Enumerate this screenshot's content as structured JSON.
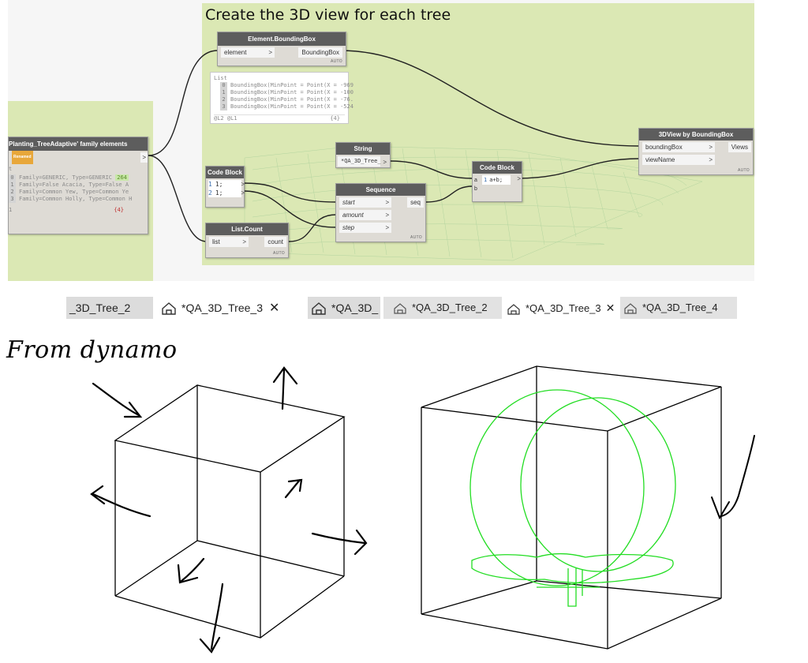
{
  "group": {
    "title": "Create the 3D view for each tree"
  },
  "nodes": {
    "select_family": {
      "title": "Planting_TreeAdaptive' family elements",
      "badge": "Renamed",
      "preview": {
        "header": "t",
        "items": [
          {
            "index": "0",
            "text": "Family=GENERIC, Type=GENERIC",
            "tag": "264"
          },
          {
            "index": "1",
            "text": "Family=False Acacia, Type=False A"
          },
          {
            "index": "2",
            "text": "Family=Common Yew, Type=Common Ye"
          },
          {
            "index": "3",
            "text": "Family=Common Holly, Type=Common H"
          }
        ],
        "level": "1",
        "count": "{4}"
      }
    },
    "bounding_box": {
      "title": "Element.BoundingBox",
      "input": "element",
      "output": "BoundingBox",
      "auto": "AUTO",
      "preview": {
        "header": "List",
        "items": [
          {
            "index": "0",
            "text": "BoundingBox(MinPoint = Point(X = -969"
          },
          {
            "index": "1",
            "text": "BoundingBox(MinPoint = Point(X = -100"
          },
          {
            "index": "2",
            "text": "BoundingBox(MinPoint = Point(X = -76."
          },
          {
            "index": "3",
            "text": "BoundingBox(MinPoint = Point(X = -524"
          }
        ],
        "levels": "@L2 @L1",
        "count": "{4}"
      }
    },
    "string": {
      "title": "String",
      "value": "*QA_3D_Tree_",
      "chev": ">"
    },
    "code_block_1": {
      "title": "Code Block",
      "lines": [
        {
          "n": "1",
          "code": "1;"
        },
        {
          "n": "2",
          "code": "1;"
        }
      ]
    },
    "code_block_2": {
      "title": "Code Block",
      "in_a": "a",
      "in_b": "b",
      "line_no": "1",
      "code": "a+b;"
    },
    "sequence": {
      "title": "Sequence",
      "inputs": [
        "start",
        "amount",
        "step"
      ],
      "output": "seq",
      "auto": "AUTO"
    },
    "list_count": {
      "title": "List.Count",
      "input": "list",
      "output": "count",
      "auto": "AUTO"
    },
    "view_3d": {
      "title": "3DView by BoundingBox",
      "inputs": [
        "boundingBox",
        "viewName"
      ],
      "output": "Views",
      "auto": "AUTO"
    }
  },
  "tabs_left": [
    {
      "label": "_3D_Tree_2",
      "active": false
    },
    {
      "label": "*QA_3D_Tree_3",
      "active": true,
      "close": "✕"
    },
    {
      "label": "*QA_3D_",
      "active": false
    }
  ],
  "tabs_right": [
    {
      "label": "*QA_3D_Tree_2",
      "active": false
    },
    {
      "label": "*QA_3D_Tree_3",
      "active": true,
      "close": "✕"
    },
    {
      "label": "*QA_3D_Tree_4",
      "active": false
    }
  ],
  "annotation": {
    "text": "From dynamo"
  },
  "colors": {
    "group": "#dbe8b4",
    "node_header": "#5d5d5d",
    "node_body": "#dedbd5",
    "tree": "#22dd22",
    "wire": "#222222"
  }
}
